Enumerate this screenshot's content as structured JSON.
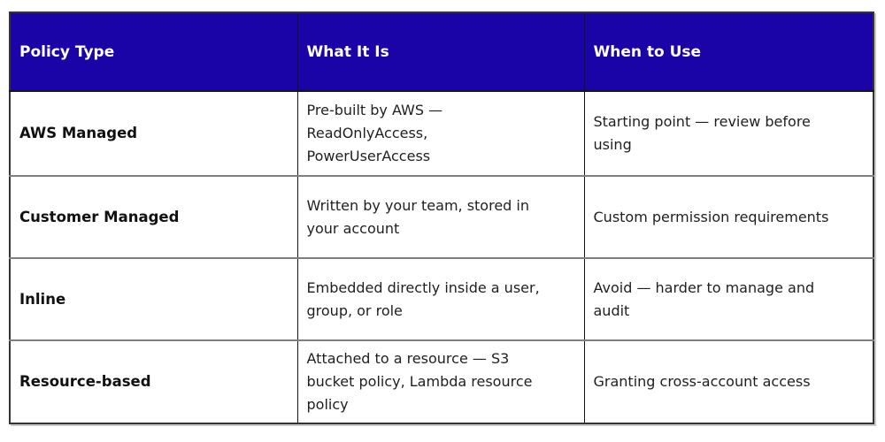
{
  "chart_data": {
    "type": "table",
    "title": "",
    "columns": [
      "Policy Type",
      "What It Is",
      "When to Use"
    ],
    "rows": [
      [
        "AWS Managed",
        "Pre-built by AWS —\nReadOnlyAccess,\nPowerUserAccess",
        "Starting point — review before\nusing"
      ],
      [
        "Customer Managed",
        "Written by your team, stored in\nyour account",
        "Custom permission requirements"
      ],
      [
        "Inline",
        "Embedded directly inside a user,\ngroup, or role",
        "Avoid — harder to manage and\naudit"
      ],
      [
        "Resource-based",
        "Attached to a resource — S3\nbucket policy, Lambda resource\npolicy",
        "Granting cross-account access"
      ]
    ],
    "layout": {
      "grid": true,
      "header_position": "top",
      "column_count": 3,
      "row_count": 4
    }
  },
  "colors": {
    "header-bg": "#1a04a8",
    "header-text": "#ffffff",
    "body-text": "#1f1f1f",
    "row-divider": "#7f7f7f",
    "column-divider": "#141414",
    "outer-border": "#333333"
  }
}
